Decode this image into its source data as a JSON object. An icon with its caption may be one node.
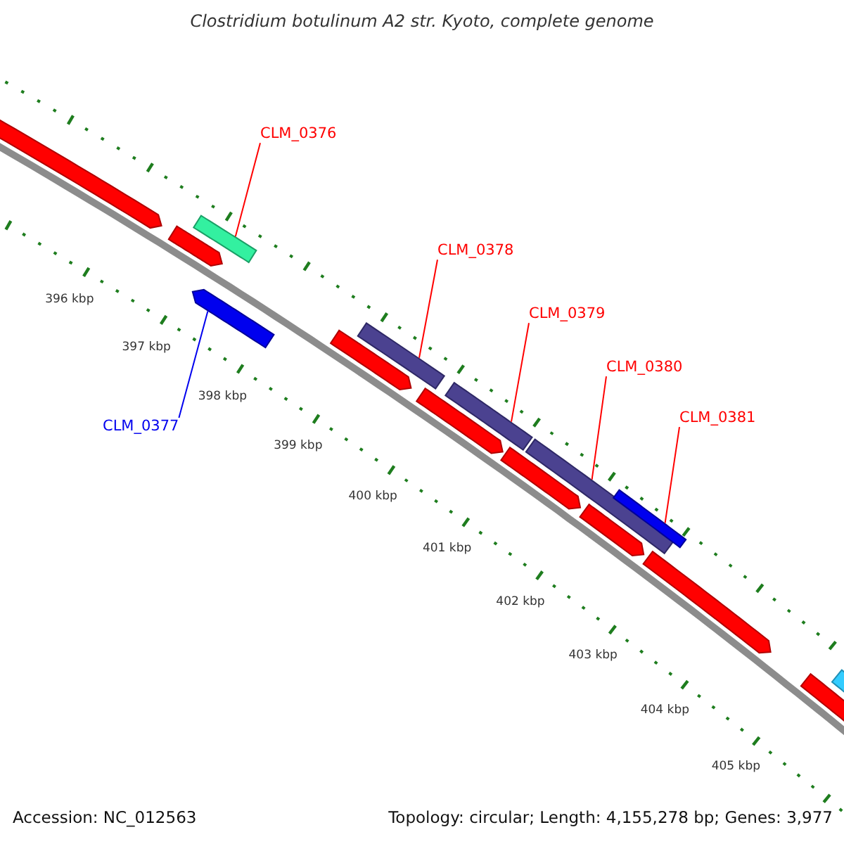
{
  "diagram": {
    "title": "Clostridium botulinum A2 str. Kyoto, complete genome",
    "nodes": [
      {
        "text": [
          "CLM_0376"
        ]
      },
      {
        "text": [],
        "shape": "bar"
      },
      {
        "text": [
          "CLM_0378"
        ]
      },
      {
        "text": [],
        "shape": "bar"
      },
      {
        "text": [
          "CLM_0379"
        ]
      },
      {
        "text": [],
        "shape": "bar"
      },
      {
        "text": [
          "CLM_0380"
        ]
      },
      {
        "text": [],
        "shape": "bar"
      },
      {
        "text": [
          "CLM_0381"
        ]
      },
      {
        "text": [],
        "shape": "bar"
      },
      {
        "text": [
          "CLM_0377"
        ]
      },
      {
        "text": [],
        "shape": "bar"
      },
      {
        "text": [],
        "shape": "bar"
      },
      {
        "text": [],
        "shape": "bar"
      },
      {
        "text": [],
        "shape": "bar"
      },
      {
        "text": [],
        "shape": "bar"
      },
      {
        "text": [],
        "shape": "bar"
      },
      {
        "text": [],
        "shape": "bar"
      },
      {
        "text": [],
        "shape": "bar"
      },
      {
        "text": [],
        "shape": "bar"
      },
      {
        "text": [],
        "shape": "bar"
      }
    ],
    "edges": [
      {
        "from": 0,
        "to": 1,
        "arrow": "none"
      },
      {
        "from": 2,
        "to": 3,
        "arrow": "none"
      },
      {
        "from": 4,
        "to": 5,
        "arrow": "none"
      },
      {
        "from": 6,
        "to": 7,
        "arrow": "none"
      },
      {
        "from": 8,
        "to": 9,
        "arrow": "none"
      },
      {
        "from": 10,
        "to": 11,
        "arrow": "none",
        "color": "#0000ee"
      }
    ],
    "labels": [
      "396 kbp",
      "397 kbp",
      "398 kbp",
      "399 kbp",
      "400 kbp",
      "401 kbp",
      "402 kbp",
      "403 kbp",
      "404 kbp",
      "405 kbp",
      "Accession: NC_012563",
      "Topology: circular; Length: 4,155,278 bp; Genes: 3,977"
    ]
  }
}
